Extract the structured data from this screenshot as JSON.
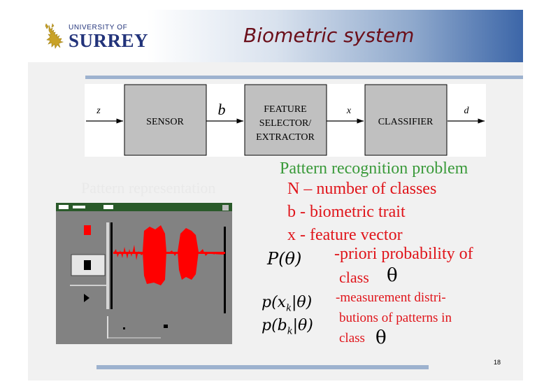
{
  "header": {
    "logo_line1": "UNIVERSITY OF",
    "logo_line2": "SURREY",
    "title": "Biometric system"
  },
  "diagram": {
    "blocks": [
      "SENSOR",
      "FEATURE SELECTOR/ EXTRACTOR",
      "CLASSIFIER"
    ],
    "block_lines": [
      [
        "SENSOR"
      ],
      [
        "FEATURE",
        "SELECTOR/",
        "EXTRACTOR"
      ],
      [
        "CLASSIFIER"
      ]
    ],
    "signals": [
      "z",
      "b",
      "x",
      "d"
    ]
  },
  "ghost_text": "Pattern representation",
  "pattern": {
    "heading": "Pattern recognition problem",
    "lines": [
      "N – number of classes",
      "b  -  biometric trait",
      "x  -  feature vector"
    ]
  },
  "priors": {
    "formula": "P(θ)",
    "text1": "-priori probability of",
    "text2": "class",
    "symbol": "θ"
  },
  "measurement": {
    "formula1": "p(x",
    "formula1_sub": "k",
    "formula1_tail": "|θ)",
    "formula2": "p(b",
    "formula2_sub": "k",
    "formula2_tail": "|θ)",
    "text1": "-measurement distri-",
    "text2": "butions of patterns in",
    "text3": "class",
    "symbol": "θ"
  },
  "page_number": "18",
  "colors": {
    "title": "#6b0f1a",
    "heading_green": "#3a9a3a",
    "text_red": "#e0141a",
    "brand_navy": "#22337a",
    "rule_blue": "#9db2cf",
    "block_gray": "#c0c0c0"
  },
  "icons": [
    "university-stag-crest-icon",
    "stop-button-icon",
    "play-button-icon",
    "scroll-arrow-icon"
  ]
}
